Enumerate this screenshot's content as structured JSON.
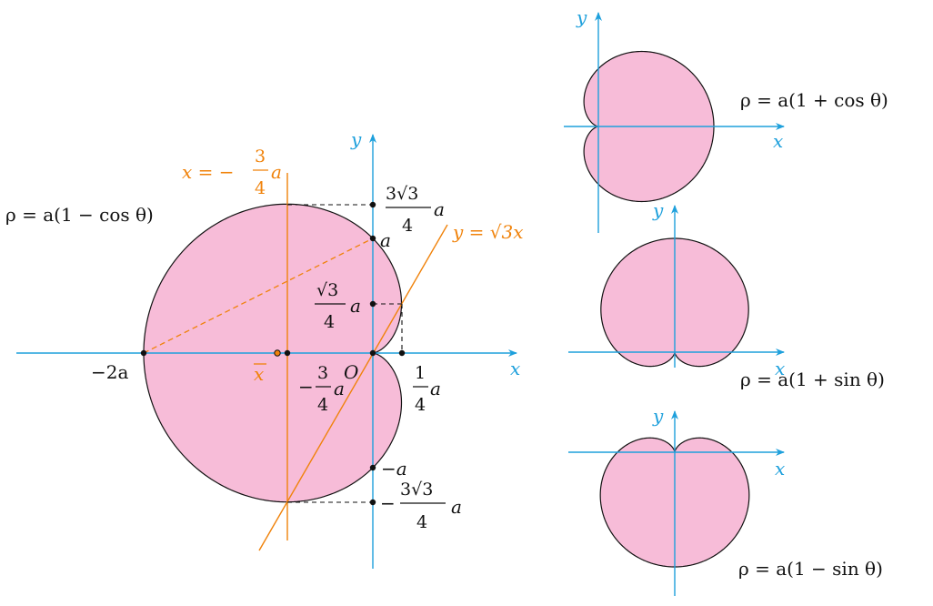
{
  "main": {
    "curve_label": "ρ = a(1 − cos θ)",
    "x_axis_label": "x",
    "y_axis_label": "y",
    "origin_label": "O",
    "neg_2a": "−2a",
    "a_label": "a",
    "neg_a_label": "−a",
    "frac_3": "3",
    "frac_4": "4",
    "frac_1": "1",
    "sqrt3": "√3",
    "three_sqrt3": "3√3",
    "minus": "−",
    "xbar": "x",
    "line_vertical": "x = −",
    "line_diagonal": "y = √3x"
  },
  "right_panels": [
    {
      "label": "ρ = a(1 + cos θ)",
      "x": "x",
      "y": "y"
    },
    {
      "label": "ρ = a(1 + sin θ)",
      "x": "x",
      "y": "y"
    },
    {
      "label": "ρ = a(1 − sin θ)",
      "x": "x",
      "y": "y"
    }
  ],
  "colors": {
    "fill": "#f7bcd8",
    "axis": "#1ea0dc",
    "guide": "#f0820a",
    "curve": "#111111"
  }
}
